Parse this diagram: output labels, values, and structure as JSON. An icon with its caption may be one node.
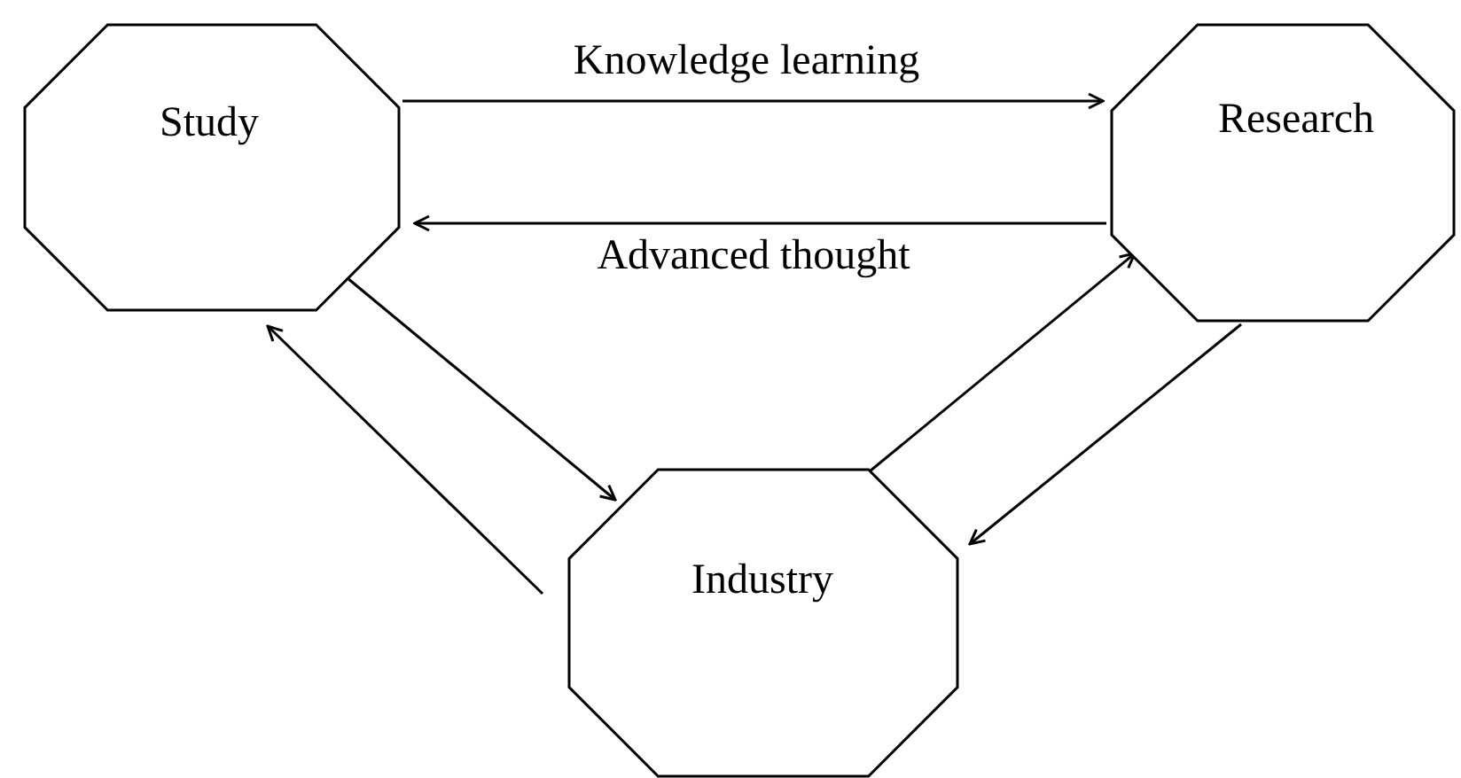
{
  "diagram": {
    "nodes": [
      {
        "text": [
          "Study"
        ]
      },
      {
        "text": [
          "Research"
        ]
      },
      {
        "text": [
          "Industry"
        ]
      }
    ],
    "edges": [
      {
        "from": 0,
        "to": 1,
        "arrow": "to",
        "label": "Knowledge learning"
      },
      {
        "from": 1,
        "to": 0,
        "arrow": "to",
        "label": "Advanced thought"
      },
      {
        "from": 0,
        "to": 2,
        "arrow": "to"
      },
      {
        "from": 2,
        "to": 0,
        "arrow": "to"
      },
      {
        "from": 2,
        "to": 1,
        "arrow": "to"
      },
      {
        "from": 1,
        "to": 2,
        "arrow": "to"
      }
    ]
  }
}
